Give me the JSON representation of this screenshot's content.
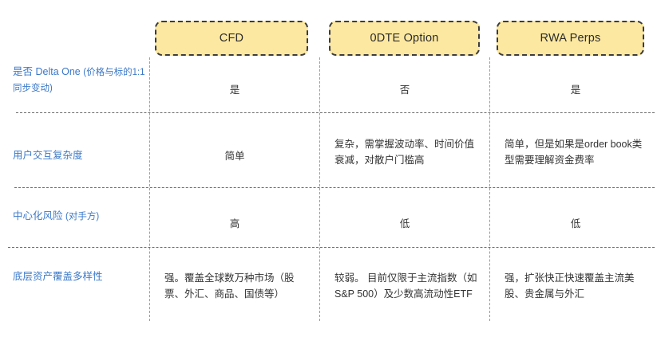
{
  "table": {
    "columns": [
      {
        "id": "cfd",
        "label": "CFD"
      },
      {
        "id": "odte",
        "label": "0DTE Option"
      },
      {
        "id": "rwa",
        "label": "RWA Perps"
      }
    ],
    "rows": [
      {
        "id": "delta-one",
        "label_main": "是否 Delta One ",
        "label_sub": "(价格与标的1:1同步变动)",
        "align": "center",
        "cells": [
          "是",
          "否",
          "是"
        ]
      },
      {
        "id": "ux-complexity",
        "label_main": "用户交互复杂度",
        "label_sub": "",
        "align": "mixed",
        "cells": [
          "简单",
          "复杂，需掌握波动率、时间价值衰减，对散户门槛高",
          "简单，但是如果是order book类型需要理解资金费率"
        ]
      },
      {
        "id": "centralization-risk",
        "label_main": "中心化风险 ",
        "label_sub": "(对手方)",
        "align": "center",
        "cells": [
          "高",
          "低",
          "低"
        ]
      },
      {
        "id": "asset-coverage",
        "label_main": "底层资产覆盖多样性",
        "label_sub": "",
        "align": "left",
        "cells": [
          "强。覆盖全球数万种市场（股票、外汇、商品、国债等）",
          "较弱。 目前仅限于主流指数（如S&P 500）及少数高流动性ETF",
          "强，扩张快正快速覆盖主流美股、贵金属与外汇"
        ]
      }
    ]
  },
  "colors": {
    "pill_fill": "#FCE8A0",
    "pill_border": "#3C3C3C",
    "row_label": "#3B78C8",
    "cell_text": "#333333",
    "grid_line": "#6E6E6E",
    "background": "#FFFFFF"
  }
}
